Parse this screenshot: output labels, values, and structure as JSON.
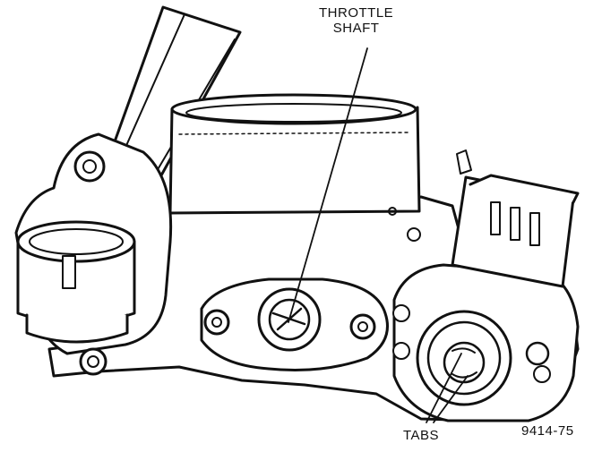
{
  "labels": {
    "throttle_line1": "THROTTLE",
    "throttle_line2": "SHAFT",
    "tabs": "TABS",
    "figure_number": "9414-75"
  },
  "colors": {
    "ink": "#111111",
    "paper": "#ffffff",
    "shade": "#e6e6e6"
  }
}
